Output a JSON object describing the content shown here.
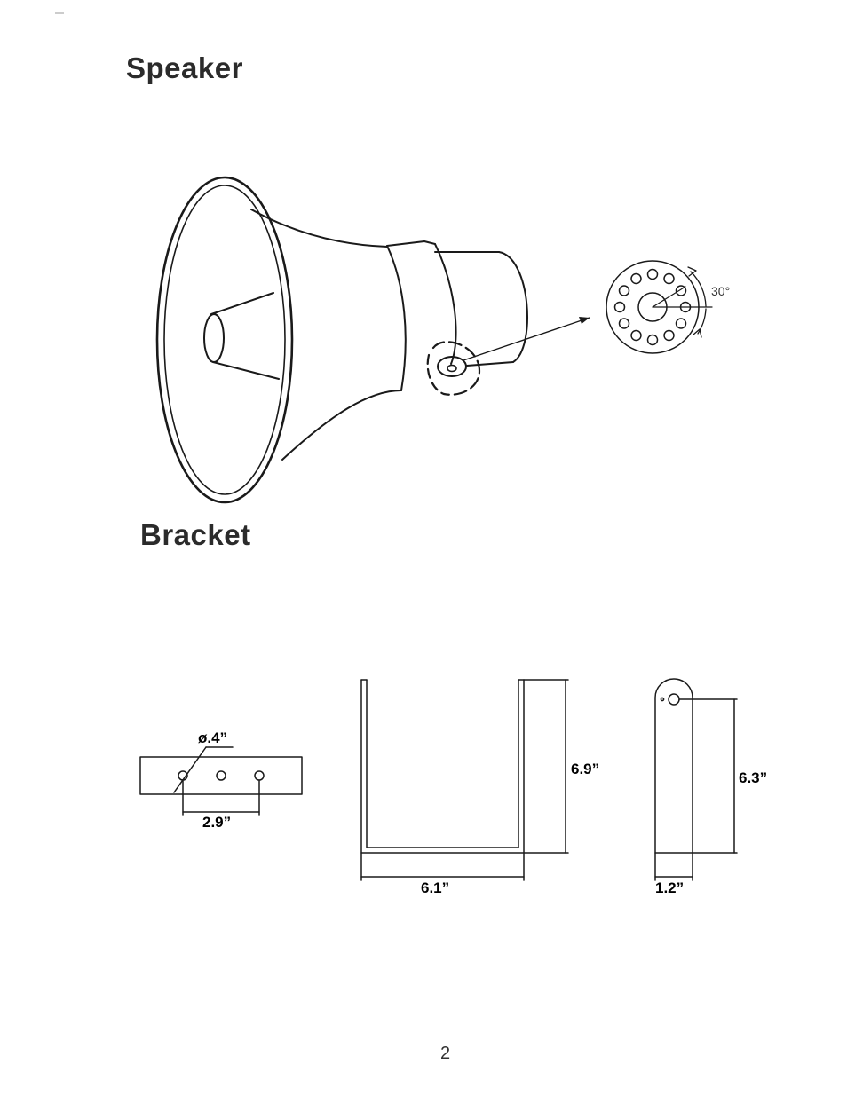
{
  "sections": {
    "speaker_title": "Speaker",
    "bracket_title": "Bracket"
  },
  "speaker": {
    "rotation_angle": "30°"
  },
  "bracket": {
    "hole_diameter": "ø.4”",
    "hole_spacing": "2.9”",
    "width": "6.1”",
    "height": "6.9”",
    "hole_height": "6.3”",
    "depth": "1.2”"
  },
  "page": {
    "number": "2"
  }
}
